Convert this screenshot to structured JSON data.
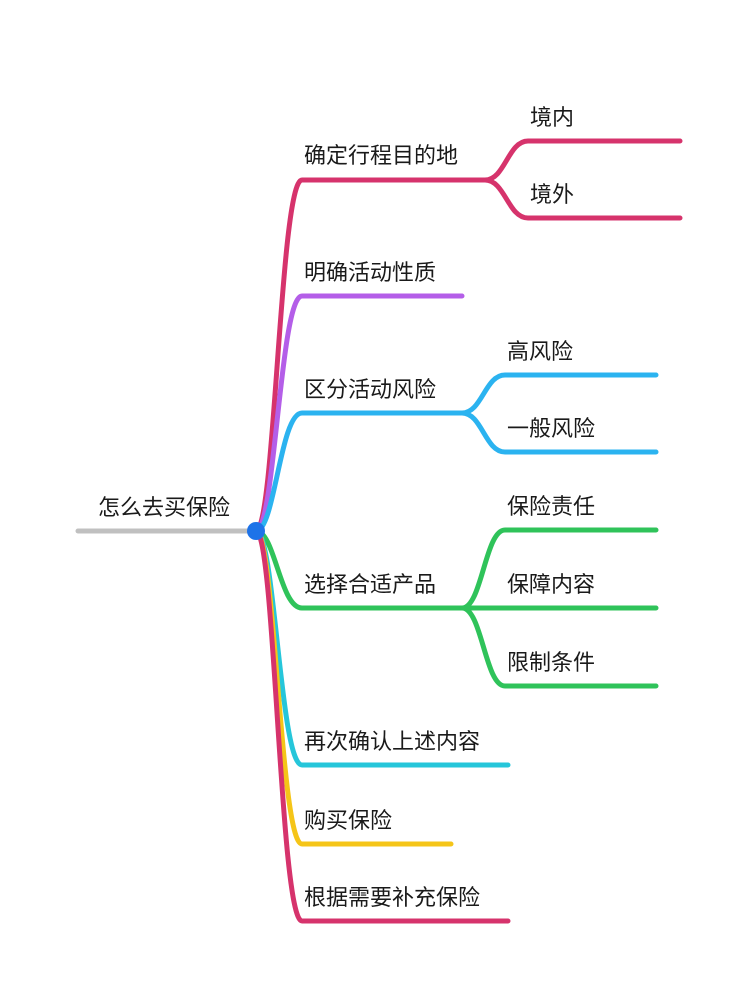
{
  "mindmap": {
    "root": {
      "label": "怎么去买保险",
      "line_color": "#c0c0c0",
      "dot_color": "#1e73e8"
    },
    "branches": [
      {
        "label": "确定行程目的地",
        "color": "#d6336c",
        "children": [
          "境内",
          "境外"
        ]
      },
      {
        "label": "明确活动性质",
        "color": "#b45ee8",
        "children": []
      },
      {
        "label": "区分活动风险",
        "color": "#2bb3f0",
        "children": [
          "高风险",
          "一般风险"
        ]
      },
      {
        "label": "选择合适产品",
        "color": "#2fc35a",
        "children": [
          "保险责任",
          "保障内容",
          "限制条件"
        ]
      },
      {
        "label": "再次确认上述内容",
        "color": "#26c6da",
        "children": []
      },
      {
        "label": "购买保险",
        "color": "#f5c518",
        "children": []
      },
      {
        "label": "根据需要补充保险",
        "color": "#d6336c",
        "children": []
      }
    ]
  }
}
